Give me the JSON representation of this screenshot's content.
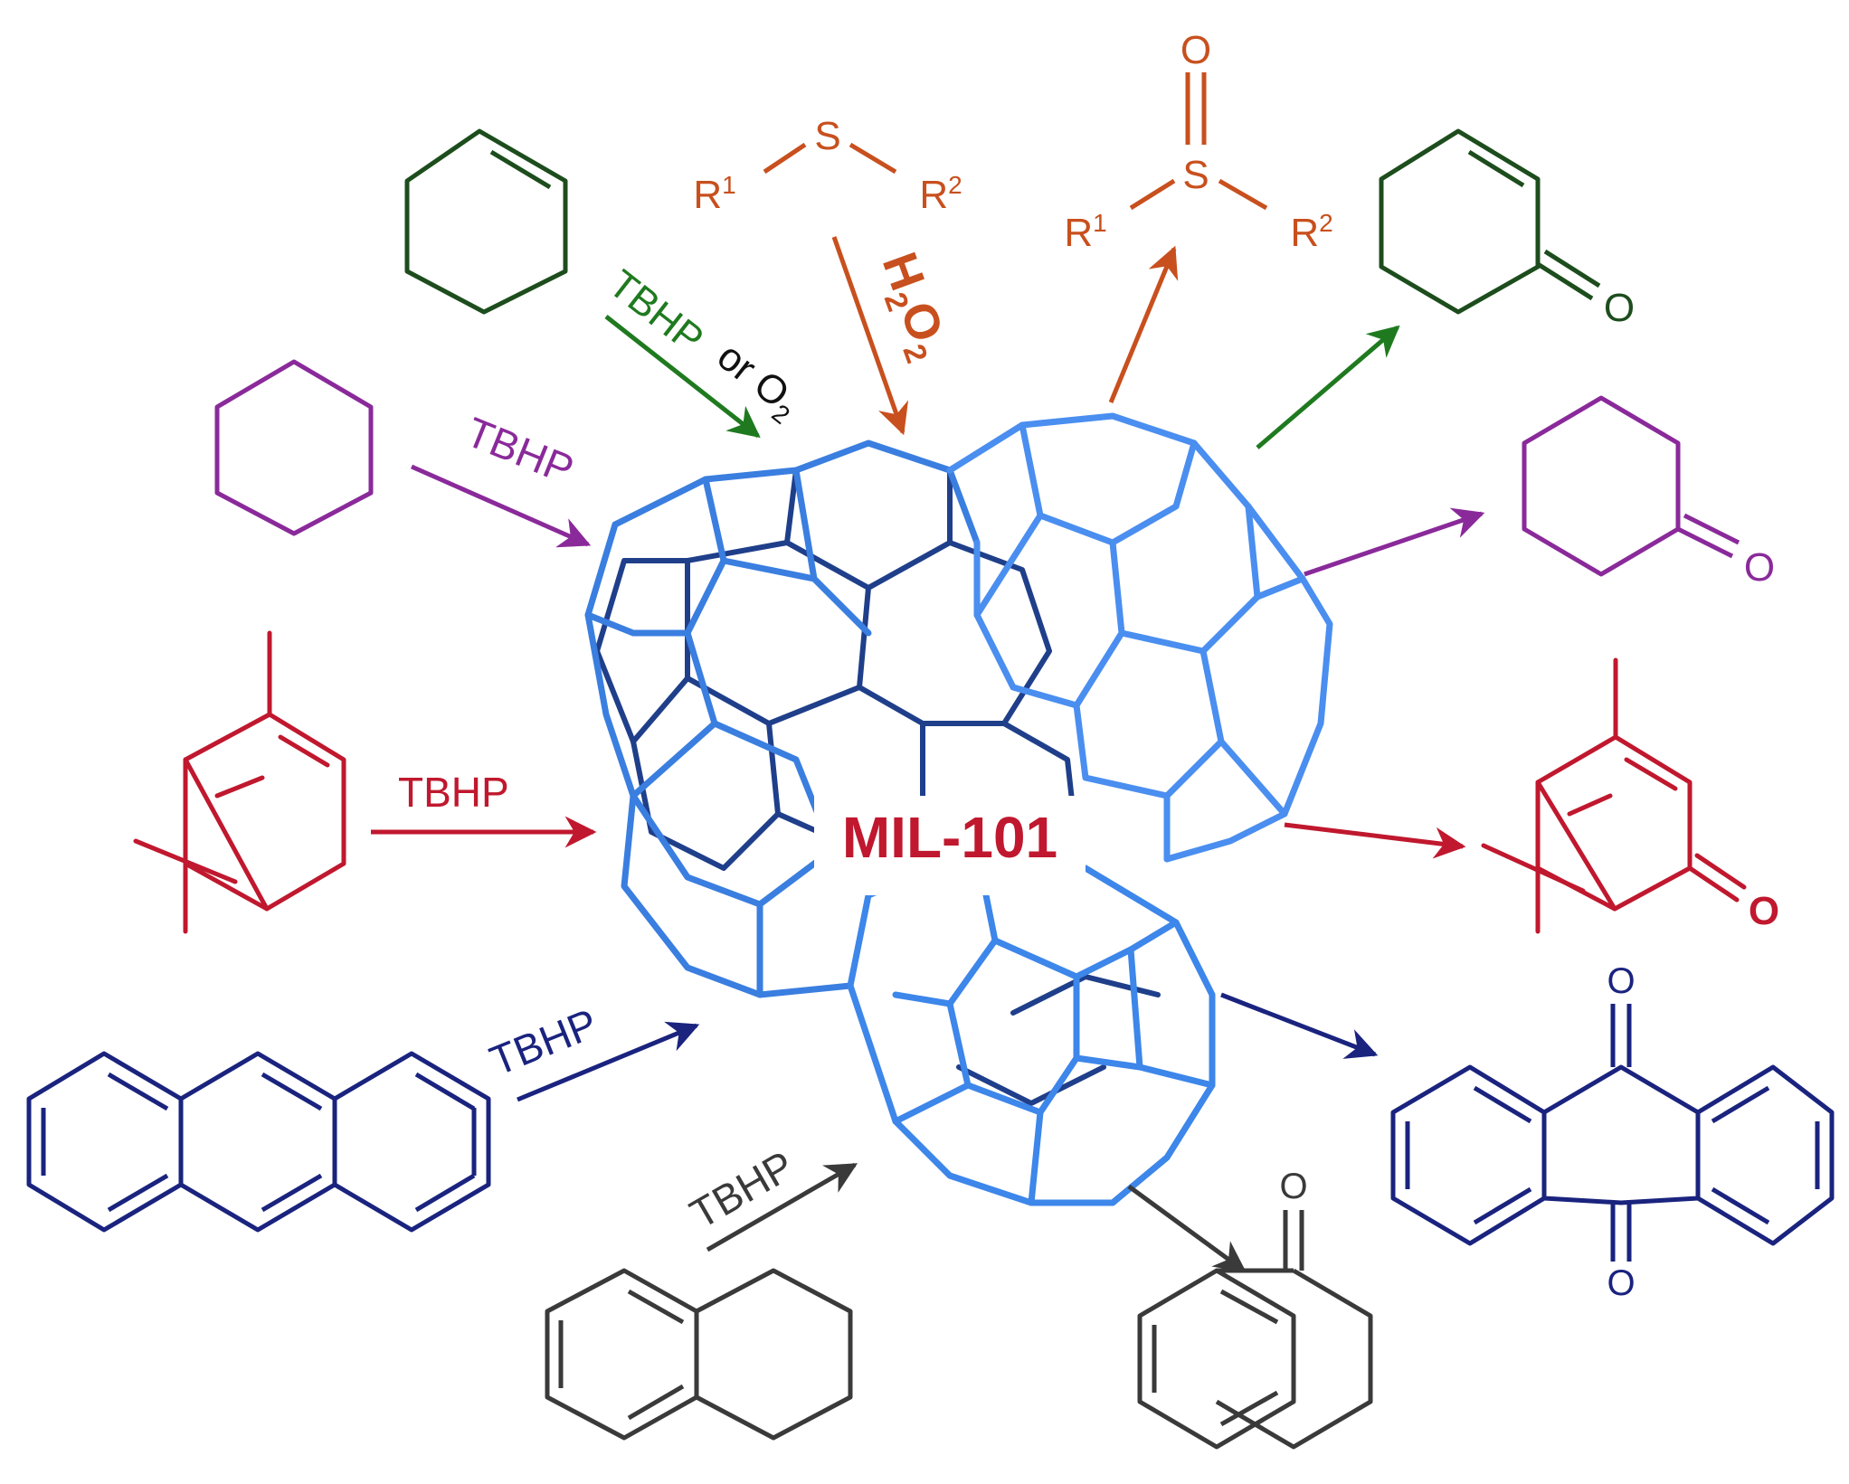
{
  "colors": {
    "green": "#1f7a1f",
    "darkgreen": "#1d4d1d",
    "orange": "#c8501e",
    "purple": "#8a2a9a",
    "red": "#c0182e",
    "navy": "#1a237e",
    "gray": "#3a3a3a",
    "blue": "#3a7ee0",
    "darkblue": "#1f3f8a"
  },
  "center": {
    "label": "MIL-101"
  },
  "reagents": {
    "green_top": "TBHP",
    "green_or": "or O",
    "green_sub": "2",
    "purple": "TBHP",
    "red": "TBHP",
    "navy": "TBHP",
    "gray": "TBHP",
    "orange_h": "H",
    "orange_h_sub": "2",
    "orange_o": "O",
    "orange_o_sub": "2"
  },
  "atoms": {
    "sulfide_s": "S",
    "sulfide_r1": "R",
    "sulfide_r1_sup": "1",
    "sulfide_r2": "R",
    "sulfide_r2_sup": "2",
    "sulfoxide_o": "O",
    "sulfoxide_s": "S",
    "sulfoxide_r1": "R",
    "sulfoxide_r1_sup": "1",
    "sulfoxide_r2": "R",
    "sulfoxide_r2_sup": "2",
    "cyclohexenone_o": "O",
    "cyclohexanone_o": "O",
    "verbenone_o": "O",
    "anthraquinone_o_top": "O",
    "anthraquinone_o_bottom": "O",
    "tetralone_o": "O"
  }
}
